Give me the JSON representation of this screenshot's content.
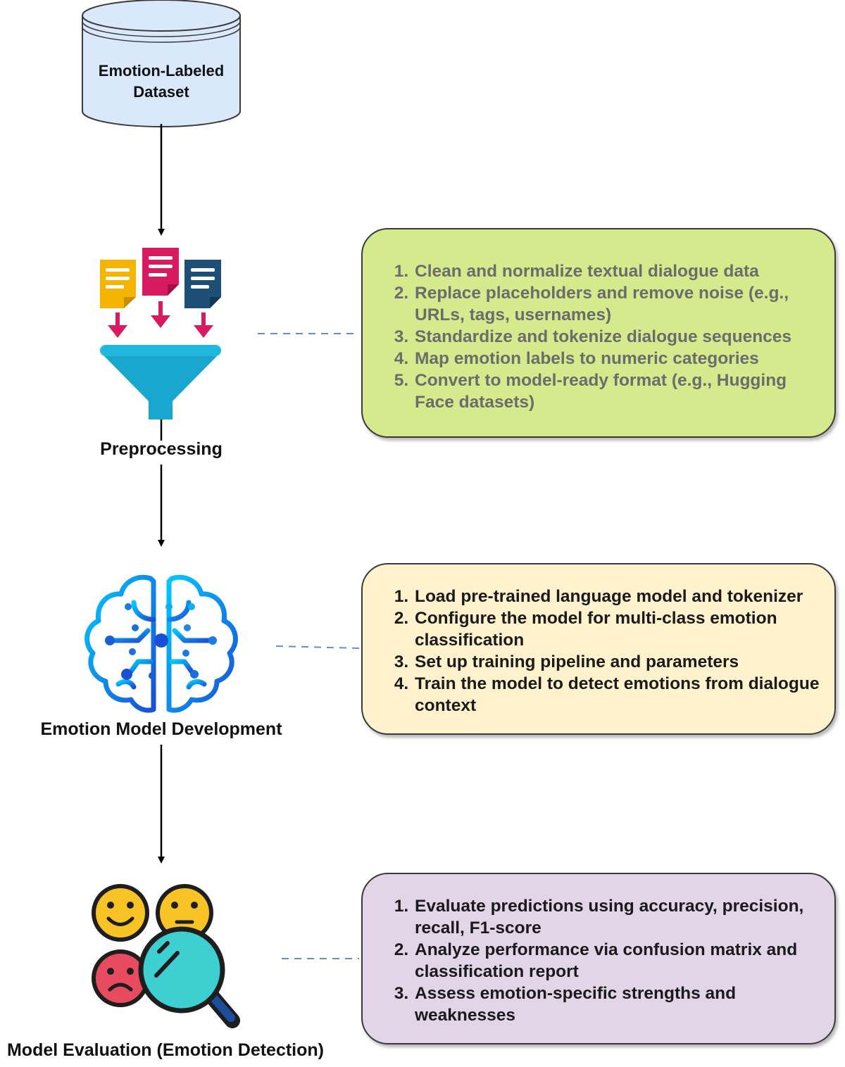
{
  "dataset": {
    "label_line1": "Emotion-Labeled",
    "label_line2": "Dataset"
  },
  "stages": {
    "preprocessing": {
      "label": "Preprocessing"
    },
    "development": {
      "label": "Emotion Model Development"
    },
    "evaluation": {
      "label": "Model Evaluation (Emotion Detection)"
    }
  },
  "boxes": {
    "preprocessing": {
      "items": [
        "Clean and normalize textual dialogue data",
        "Replace placeholders and remove noise (e.g., URLs, tags, usernames)",
        "Standardize and tokenize dialogue sequences",
        "Map emotion labels to numeric categories",
        "Convert to model-ready format (e.g., Hugging Face datasets)"
      ]
    },
    "development": {
      "items": [
        "Load pre-trained language model and tokenizer",
        "Configure the model for multi-class emotion classification",
        "Set up training pipeline and parameters",
        "Train the model to detect emotions from dialogue context"
      ]
    },
    "evaluation": {
      "items": [
        "Evaluate predictions using accuracy, precision, recall, F1-score",
        "Analyze performance via confusion matrix and classification report",
        "Assess emotion-specific strengths and weaknesses"
      ]
    }
  },
  "icons": {
    "database": "database-icon",
    "funnel": "funnel-documents-icon",
    "brain": "brain-circuit-icon",
    "emotions": "emoji-magnifier-icon"
  },
  "colors": {
    "preprocessing_box": "#d5ea8c",
    "development_box": "#fff2cc",
    "evaluation_box": "#e1d5e7",
    "database_fill": "#dae8fc",
    "funnel": "#1aa7cf",
    "connector_dashes": "#6c8ebf"
  }
}
